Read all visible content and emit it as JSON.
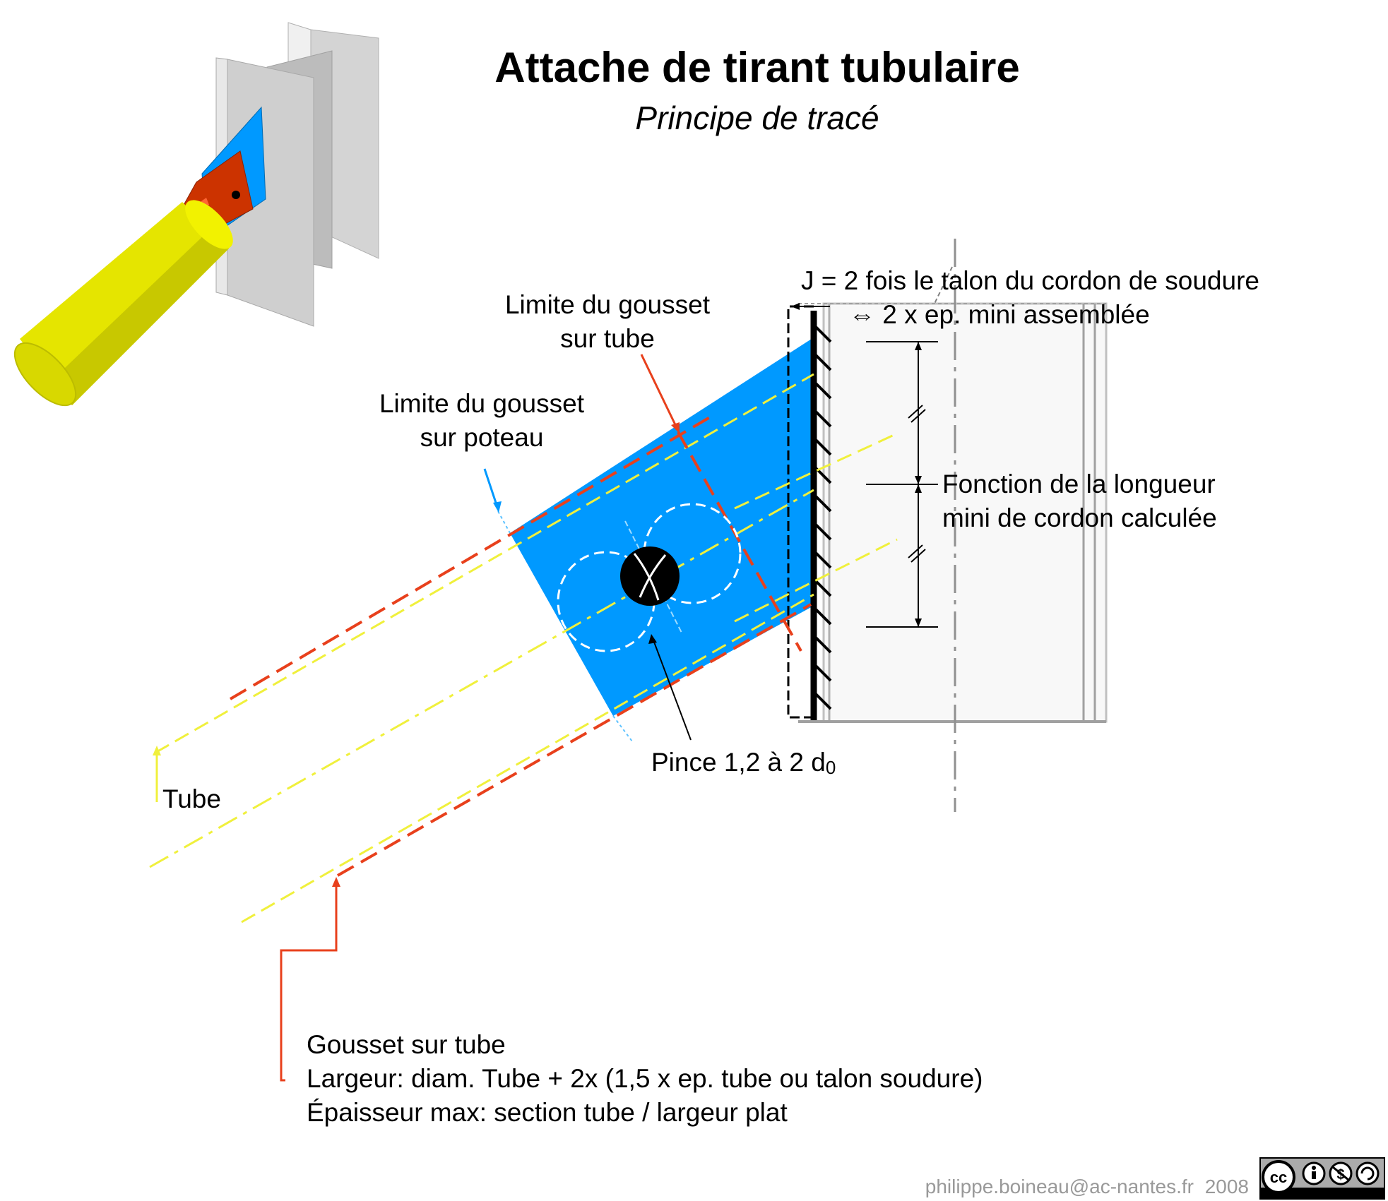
{
  "title": "Attache de tirant tubulaire",
  "subtitle": "Principe de tracé",
  "labels": {
    "j_line1": "J = 2 fois le talon du cordon de soudure",
    "j_line2": "⇔ 2 x ep. mini assemblée",
    "limite_tube_1": "Limite du gousset",
    "limite_tube_2": "sur tube",
    "limite_poteau_1": "Limite du gousset",
    "limite_poteau_2": "sur poteau",
    "fonction_1": "Fonction de la longueur",
    "fonction_2": "mini de cordon calculée",
    "pince": "Pince 1,2 à 2 d",
    "pince_sub": "0",
    "tube": "Tube",
    "gousset_1": "Gousset sur tube",
    "gousset_2": "Largeur: diam. Tube + 2x (1,5 x ep. tube ou talon soudure)",
    "gousset_3": "Épaisseur max:  section tube / largeur plat"
  },
  "footer": {
    "author": "philippe.boineau@ac-nantes.fr",
    "year": "2008",
    "license_by": "BY",
    "license_nc": "NC",
    "license_sa": "SA",
    "license_cc": "cc"
  },
  "colors": {
    "gusset_blue": "#0099ff",
    "tube_yellow": "#e5e500",
    "limit_red": "#e8401c",
    "axis_yellow": "#f0f03c",
    "column_grey": "#c8c8c8",
    "bolt_black": "#000000"
  }
}
